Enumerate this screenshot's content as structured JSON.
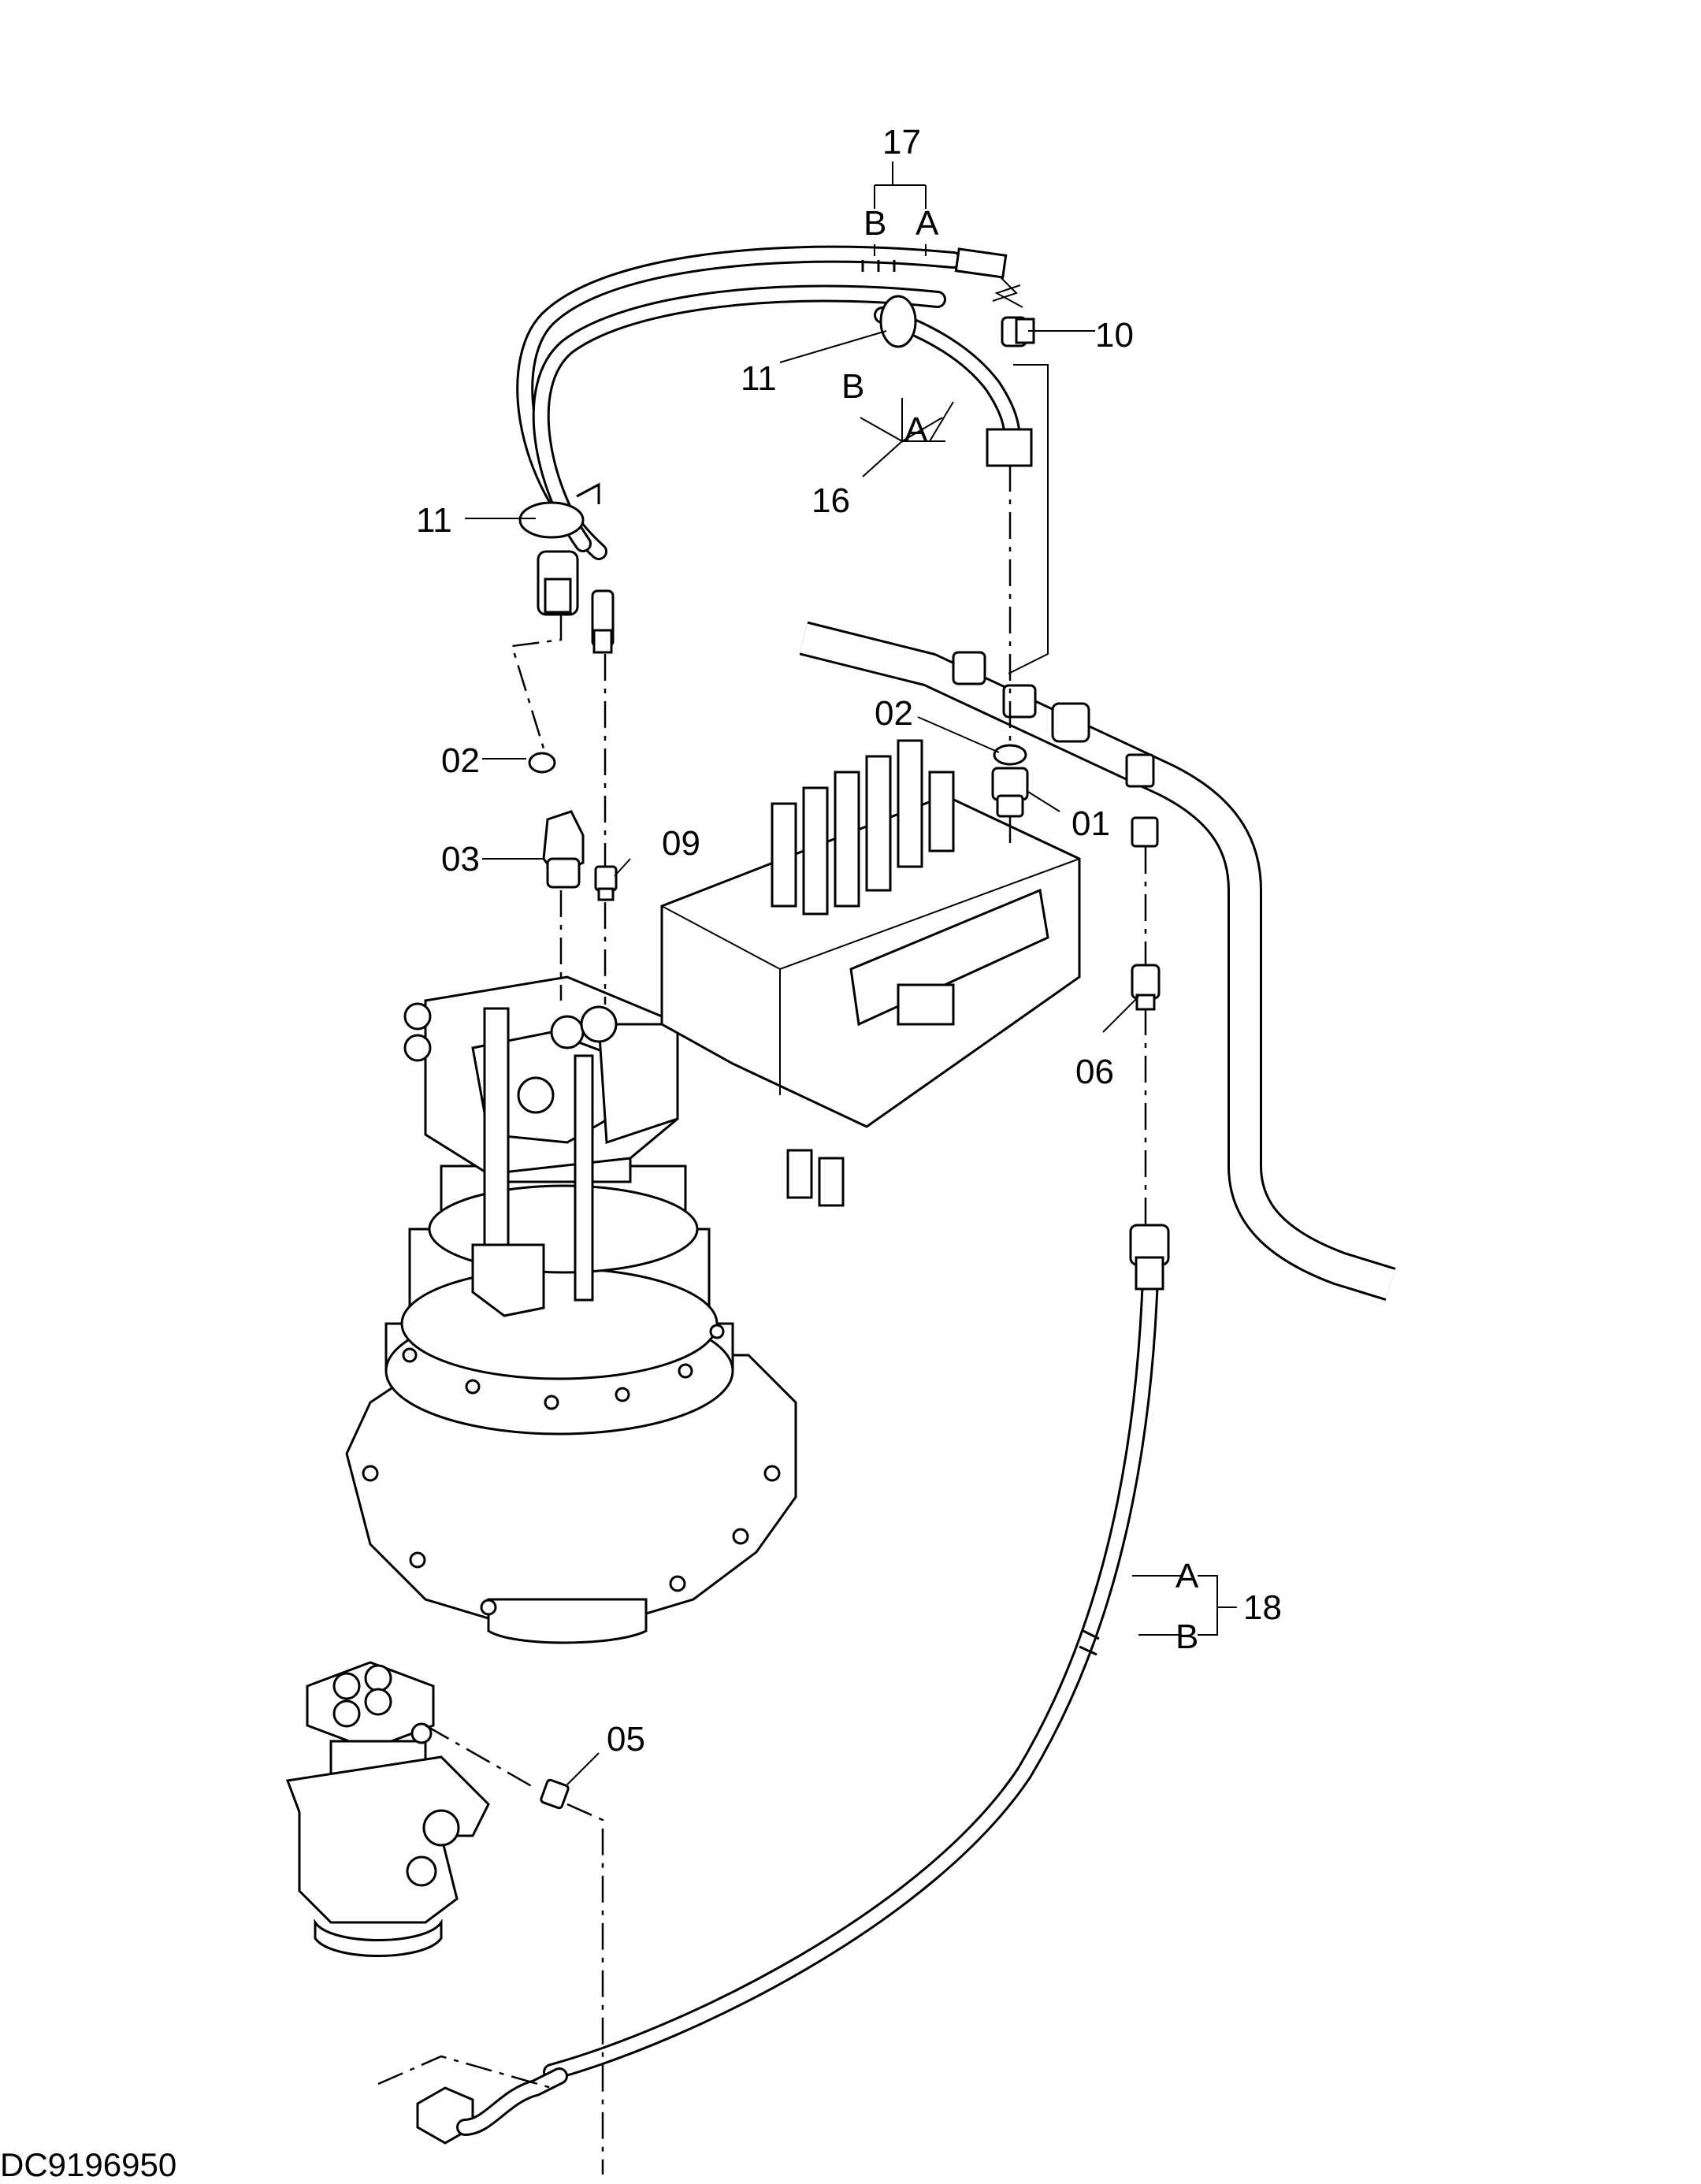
{
  "drawing_code": "DC9196950",
  "callouts": {
    "p17": "17",
    "p17_b": "B",
    "p17_a": "A",
    "p10": "10",
    "p11_top": "11",
    "p16_b": "B",
    "p16_a": "A",
    "p16": "16",
    "p11_left": "11",
    "p02_left": "02",
    "p03": "03",
    "p09": "09",
    "p02_right": "02",
    "p01": "01",
    "p06": "06",
    "p18_a": "A",
    "p18_b": "B",
    "p18": "18",
    "p05": "05"
  }
}
